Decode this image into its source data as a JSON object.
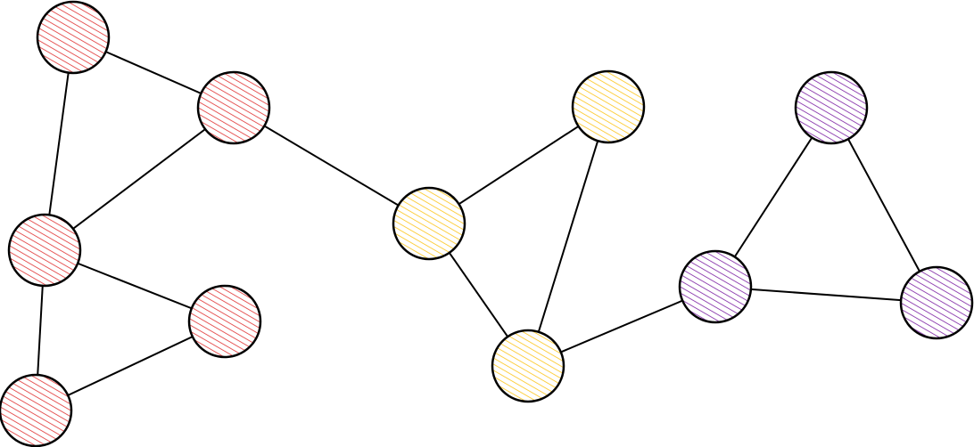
{
  "diagram": {
    "type": "graph",
    "fill_style": "hachure",
    "stroke_color": "#000000",
    "groups": [
      {
        "id": "red",
        "color": "#e03131"
      },
      {
        "id": "yellow",
        "color": "#fcc419"
      },
      {
        "id": "purple",
        "color": "#7b1fa2"
      }
    ],
    "nodes": [
      {
        "id": "r1",
        "group": "red"
      },
      {
        "id": "r2",
        "group": "red"
      },
      {
        "id": "r3",
        "group": "red"
      },
      {
        "id": "r4",
        "group": "red"
      },
      {
        "id": "r5",
        "group": "red"
      },
      {
        "id": "y1",
        "group": "yellow"
      },
      {
        "id": "y2",
        "group": "yellow"
      },
      {
        "id": "y3",
        "group": "yellow"
      },
      {
        "id": "p1",
        "group": "purple"
      },
      {
        "id": "p2",
        "group": "purple"
      },
      {
        "id": "p3",
        "group": "purple"
      }
    ],
    "edges": [
      [
        "r1",
        "r2"
      ],
      [
        "r1",
        "r3"
      ],
      [
        "r2",
        "r3"
      ],
      [
        "r2",
        "y1"
      ],
      [
        "r3",
        "r4"
      ],
      [
        "r3",
        "r5"
      ],
      [
        "r5",
        "r4"
      ],
      [
        "y1",
        "y2"
      ],
      [
        "y1",
        "y3"
      ],
      [
        "y2",
        "y3"
      ],
      [
        "y3",
        "p2"
      ],
      [
        "p2",
        "p1"
      ],
      [
        "p1",
        "p3"
      ],
      [
        "p2",
        "p3"
      ]
    ]
  }
}
